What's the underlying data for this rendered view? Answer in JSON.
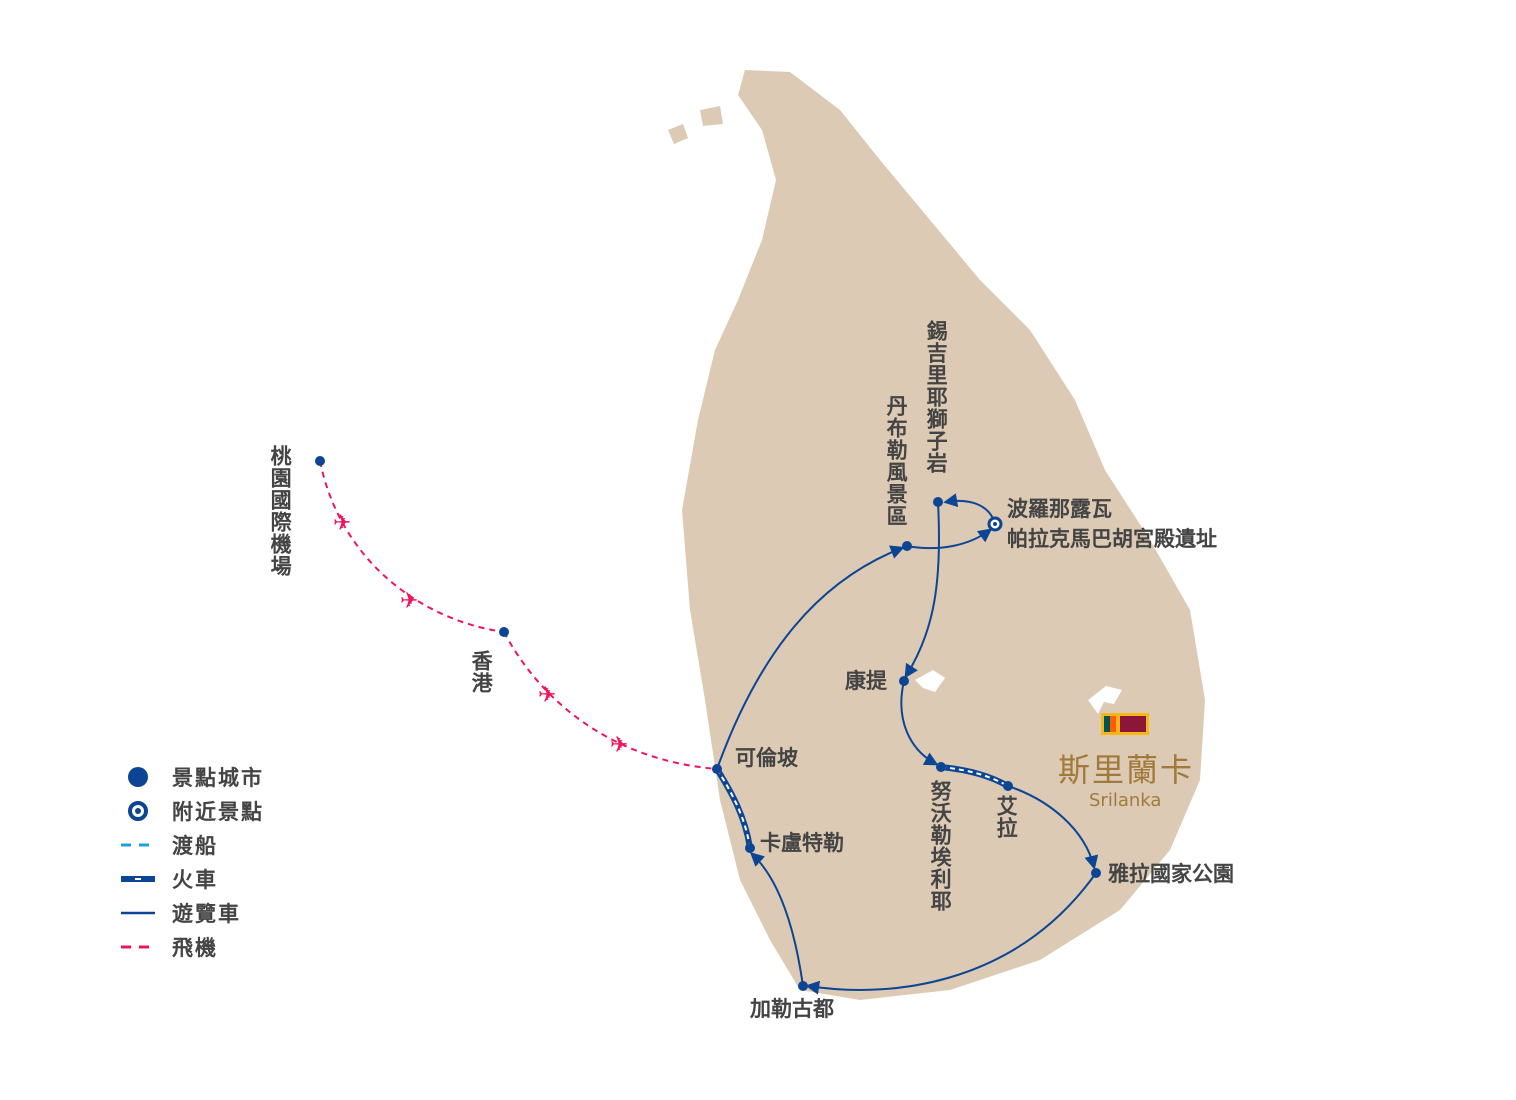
{
  "colors": {
    "land": "#dccab4",
    "route": "#0b4594",
    "flight": "#f0145a",
    "ferry": "#1ea0e6",
    "country": "#a07a3a"
  },
  "places": {
    "taoyuan": "桃園國際機場",
    "hongkong": "香港",
    "colombo": "可倫坡",
    "kalutara": "卡盧特勒",
    "galle": "加勒古都",
    "yala": "雅拉國家公園",
    "ella": "艾拉",
    "nuwara": "努沃勒埃利耶",
    "kandy": "康提",
    "dambulla": "丹布勒風景區",
    "sigiriya": "錫吉里耶獅子岩",
    "polonnaruwa1": "波羅那露瓦",
    "polonnaruwa2": "帕拉克馬巴胡宮殿遺址"
  },
  "country": {
    "name": "斯里蘭卡",
    "name_en": "Srilanka"
  },
  "legend": [
    {
      "icon": "dot",
      "label": "景點城市"
    },
    {
      "icon": "ring",
      "label": "附近景點"
    },
    {
      "icon": "ferry-line",
      "label": "渡船"
    },
    {
      "icon": "train-line",
      "label": "火車"
    },
    {
      "icon": "bus-line",
      "label": "遊覽車"
    },
    {
      "icon": "flight-line",
      "label": "飛機"
    }
  ]
}
